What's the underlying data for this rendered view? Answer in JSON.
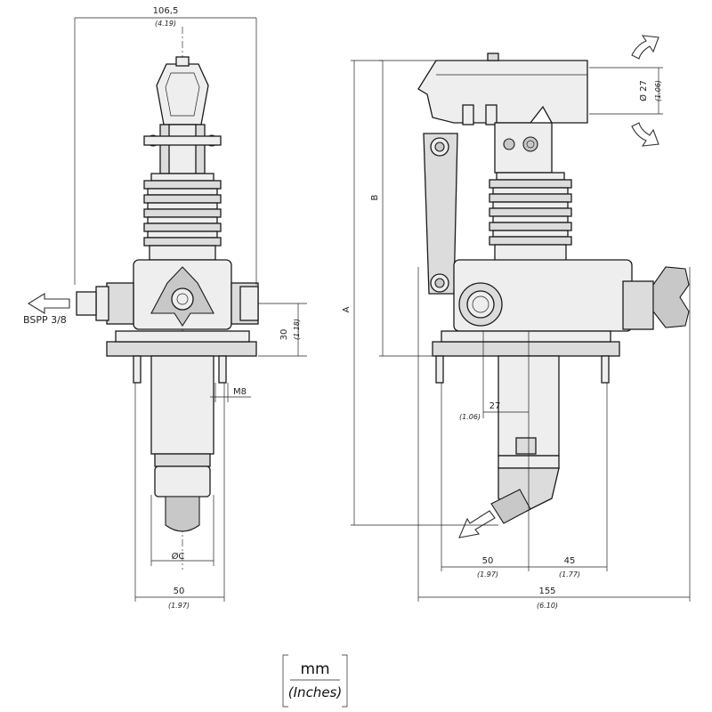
{
  "dimensions": {
    "front_width": "106,5",
    "front_width_in": "(4.19)",
    "front_bspp": "BSPP 3/8",
    "front_height_30": "30",
    "front_height_30_in": "(1.18)",
    "front_m8": "M8",
    "front_dia_c": "ØC",
    "front_base_50": "50",
    "front_base_50_in": "(1.97)",
    "side_dia_27": "Ø 27",
    "side_dia_27_in": "(1.06)",
    "side_b": "B",
    "side_a": "A",
    "side_27": "27",
    "side_27_in": "(1.06)",
    "side_50": "50",
    "side_50_in": "(1.97)",
    "side_45": "45",
    "side_45_in": "(1.77)",
    "side_155": "155",
    "side_155_in": "(6.10)"
  },
  "units": {
    "metric": "mm",
    "imperial": "(Inches)"
  }
}
